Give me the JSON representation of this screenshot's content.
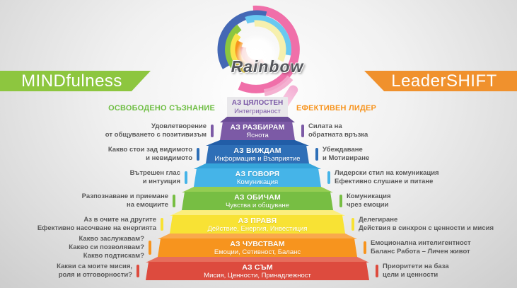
{
  "logo": {
    "text": "Rainbow"
  },
  "banners": {
    "left": {
      "label": "MINDfulness",
      "color": "#8dc63f"
    },
    "right": {
      "label": "LeaderSHIFT",
      "color": "#f0912d"
    }
  },
  "headers": {
    "left": {
      "label": "ОСВОБОДЕНО СЪЗНАНИЕ",
      "color": "#6fbe44"
    },
    "right": {
      "label": "ЕФЕКТИВЕН ЛИДЕР",
      "color": "#f7941e"
    }
  },
  "top_box": {
    "title": "АЗ ЦЯЛОСТЕН",
    "subtitle": "Интегрираност",
    "bg": "#e9e8eb",
    "text_color": "#7c5aa7"
  },
  "steps": [
    {
      "title": "АЗ РАЗБИРАМ",
      "subtitle": "Яснота",
      "face_color": "#7c5aa6",
      "top_color": "#6a4c96",
      "left_note": "Удовлетворение\nот общуването с позитивизъм",
      "right_note": "Силата на\nобратната връзка"
    },
    {
      "title": "АЗ ВИЖДАМ",
      "subtitle": "Информация и Възприятие",
      "face_color": "#2e6fb7",
      "top_color": "#215da7",
      "left_note": "Какво стои зад видимото\nи невидимото",
      "right_note": "Убеждаване\nи Мотивиране"
    },
    {
      "title": "АЗ ГОВОРЯ",
      "subtitle": "Комуникация",
      "face_color": "#45b4e8",
      "top_color": "#35a5da",
      "left_note": "Вътрешен глас\nи интуиция",
      "right_note": "Лидерски стил на комуникация\nЕфективно слушане и питане"
    },
    {
      "title": "АЗ ОБИЧАМ",
      "subtitle": "Чувства и общуване",
      "face_color": "#77be43",
      "top_color": "#94cd52",
      "left_note": "Разпознаване и приемане\nна емоциите",
      "right_note": "Комуникация\nчрез емоции"
    },
    {
      "title": "АЗ ПРАВЯ",
      "subtitle": "Действие, Енергия, Инвестиция",
      "face_color": "#f8e234",
      "top_color": "#fbee7d",
      "left_note": "Аз в очите на другите\nЕфективно насочване на енергията",
      "right_note": "Делегиране\nДействия в синхрон с ценности и мисия"
    },
    {
      "title": "АЗ ЧУВСТВАМ",
      "subtitle": "Емоции, Сетивност, Баланс",
      "face_color": "#f7941e",
      "top_color": "#f9a94c",
      "left_note": "Какво заслужавам?\nКакво си позволявам?\nКакво подтискам?",
      "right_note": "Емоционална интелигентност\nБаланс Работа – Личен живот"
    },
    {
      "title": "АЗ СЪМ",
      "subtitle": "Мисия, Ценности, Принадлежност",
      "face_color": "#dd4b3e",
      "top_color": "#e66e5c",
      "left_note": "Какви са моите мисия,\nроля и отговорности?",
      "right_note": "Приоритети на база\nцели и ценности"
    }
  ]
}
